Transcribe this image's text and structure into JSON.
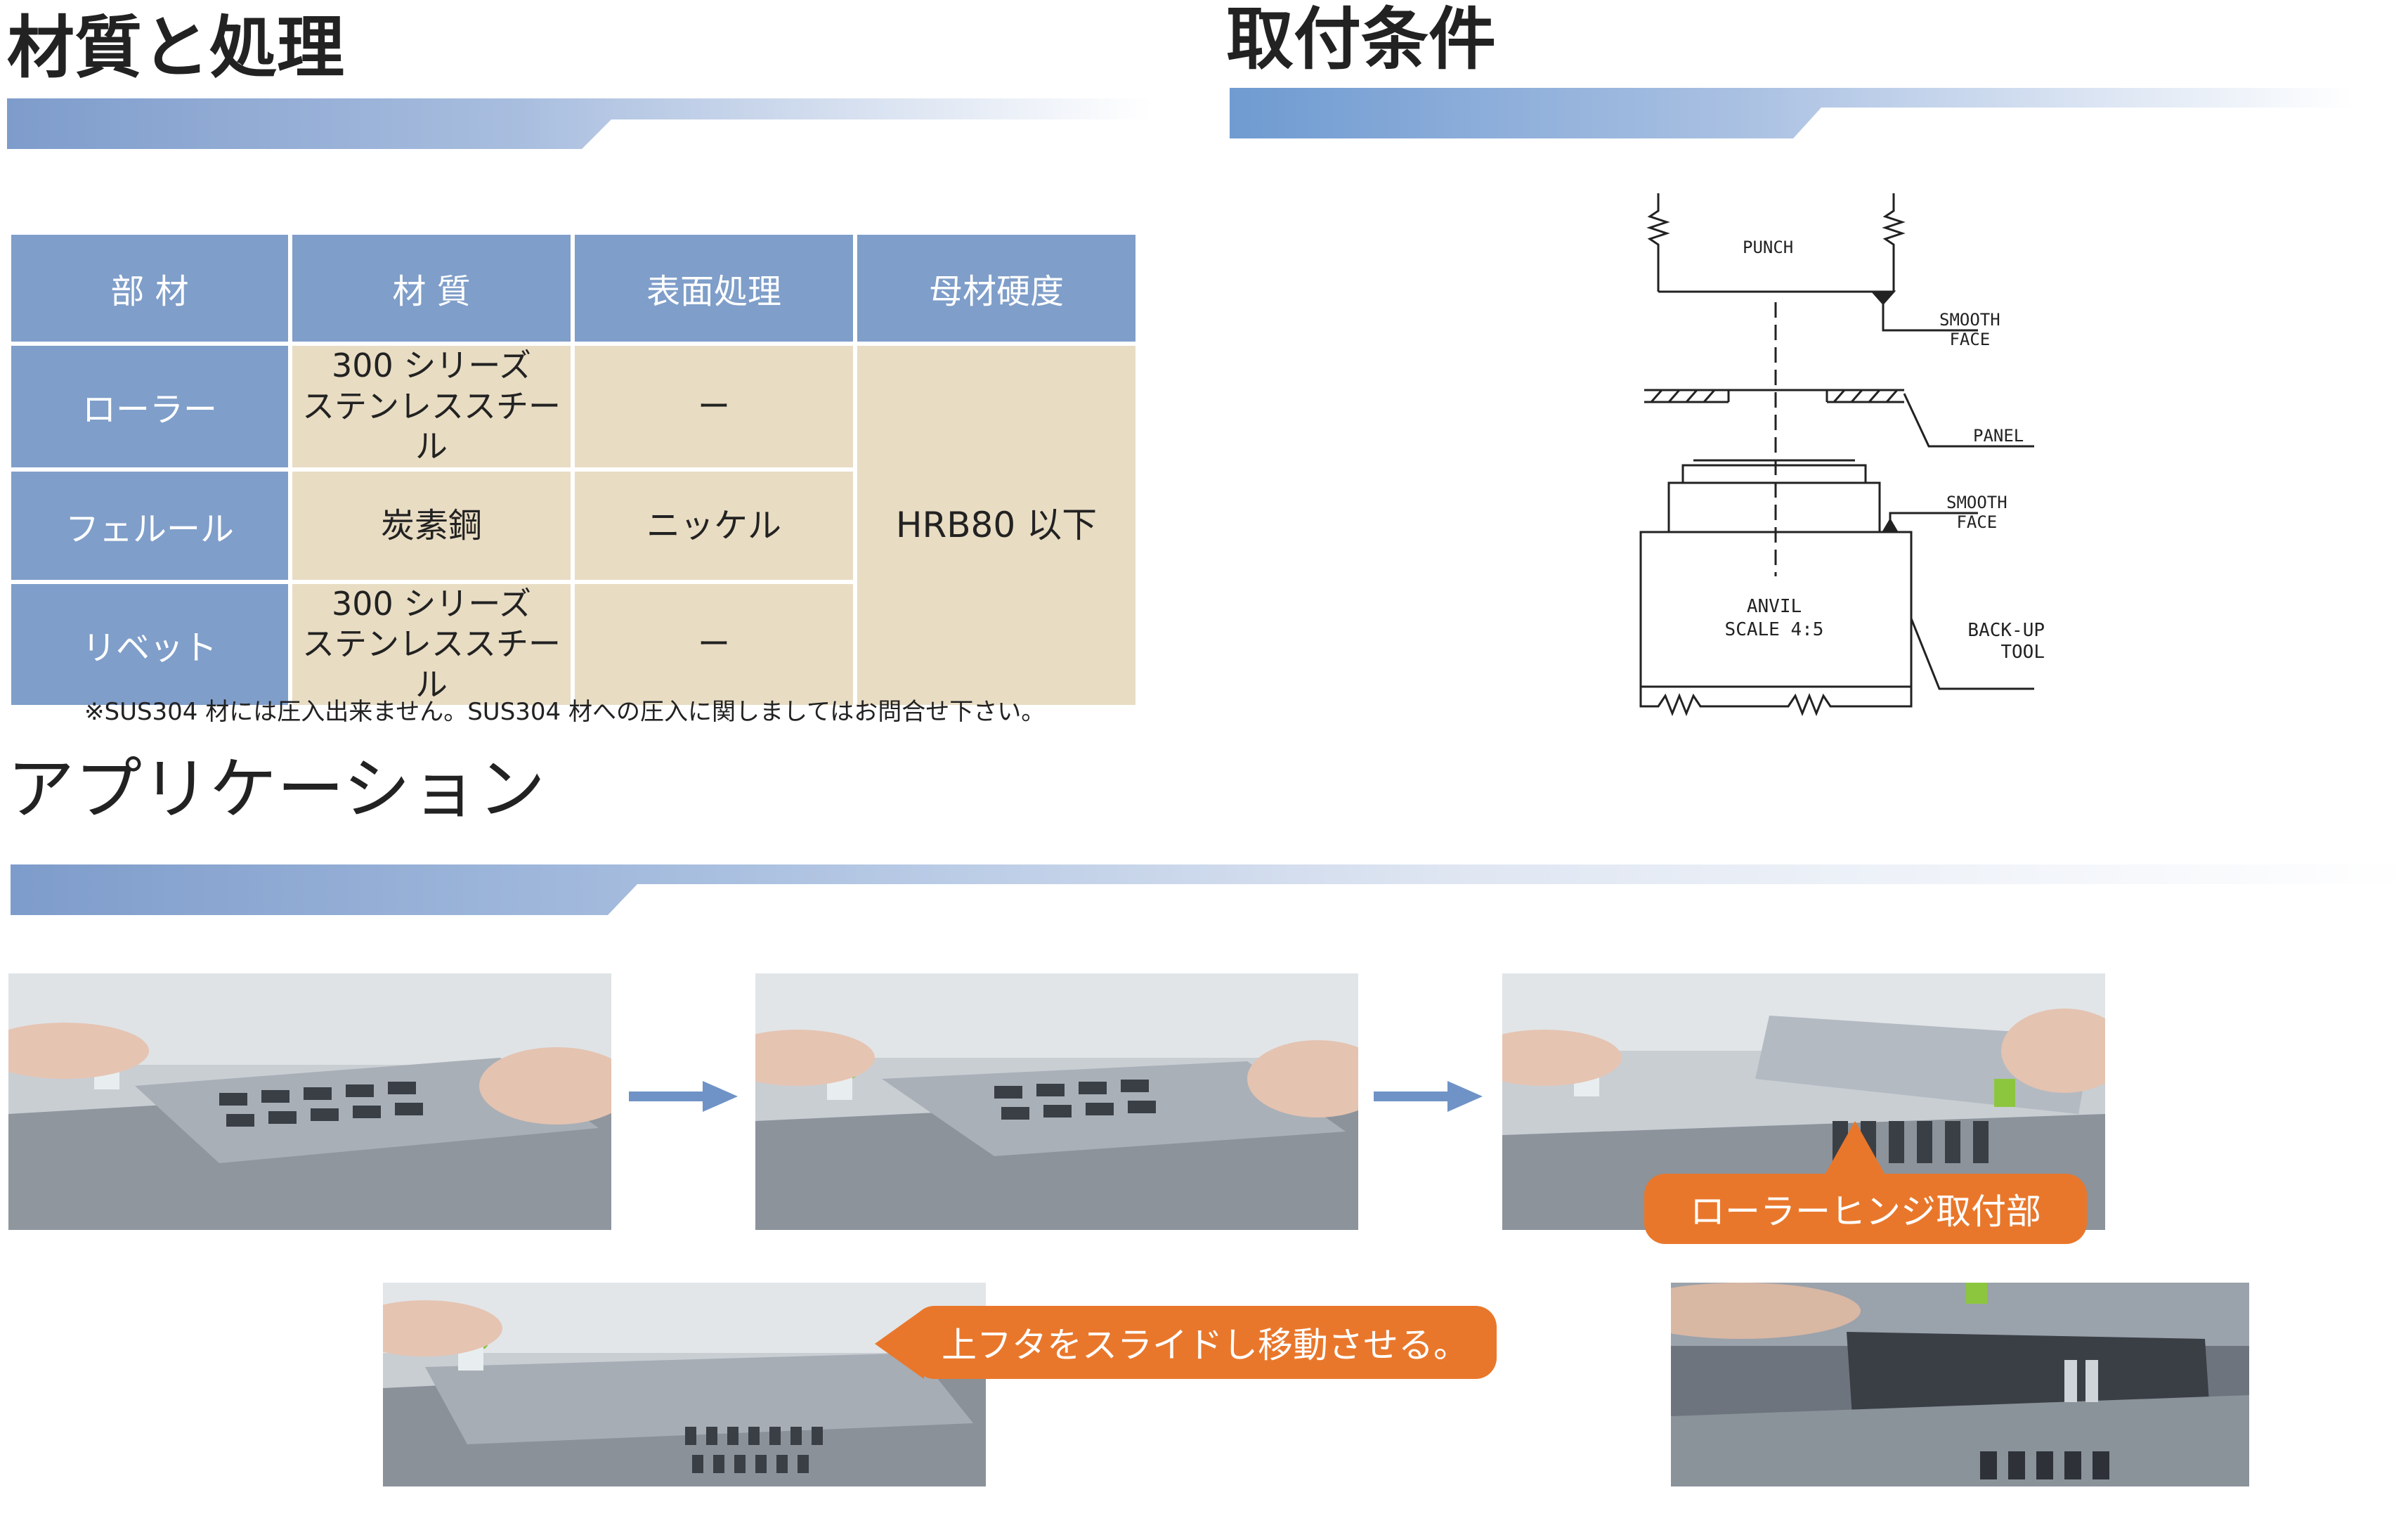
{
  "sections": {
    "materials": "材質と処理",
    "mounting": "取付条件",
    "application": "アプリケーション"
  },
  "table": {
    "headers": [
      "部 材",
      "材 質",
      "表面処理",
      "母材硬度"
    ],
    "rows": [
      {
        "part": "ローラー",
        "material_1": "300 シリーズ",
        "material_2": "ステンレススチール",
        "finish": "ー"
      },
      {
        "part": "フェルール",
        "material_1": "炭素鋼",
        "material_2": "",
        "finish": "ニッケル"
      },
      {
        "part": "リベット",
        "material_1": "300 シリーズ",
        "material_2": "ステンレススチール",
        "finish": "ー"
      }
    ],
    "hardness": "HRB80 以下"
  },
  "note": "※SUS304 材には圧入出来ません。SUS304 材への圧入に関しましてはお問合せ下さい。",
  "diagram": {
    "punch": "PUNCH",
    "smooth_face_top_1": "SMOOTH",
    "smooth_face_top_2": "FACE",
    "panel": "PANEL",
    "smooth_face_bottom_1": "SMOOTH",
    "smooth_face_bottom_2": "FACE",
    "anvil": "ANVIL",
    "scale": "SCALE 4:5",
    "backup_1": "BACK-UP",
    "backup_2": "TOOL"
  },
  "callouts": {
    "roller_hinge": "ローラーヒンジ取付部",
    "slide": "上フタをスライドし移動させる。"
  },
  "colors": {
    "header_blue": "#7f9ec9",
    "cell_beige": "#e8dcc3",
    "callout_orange": "#e9772b",
    "arrow_blue": "#6f93c6"
  }
}
